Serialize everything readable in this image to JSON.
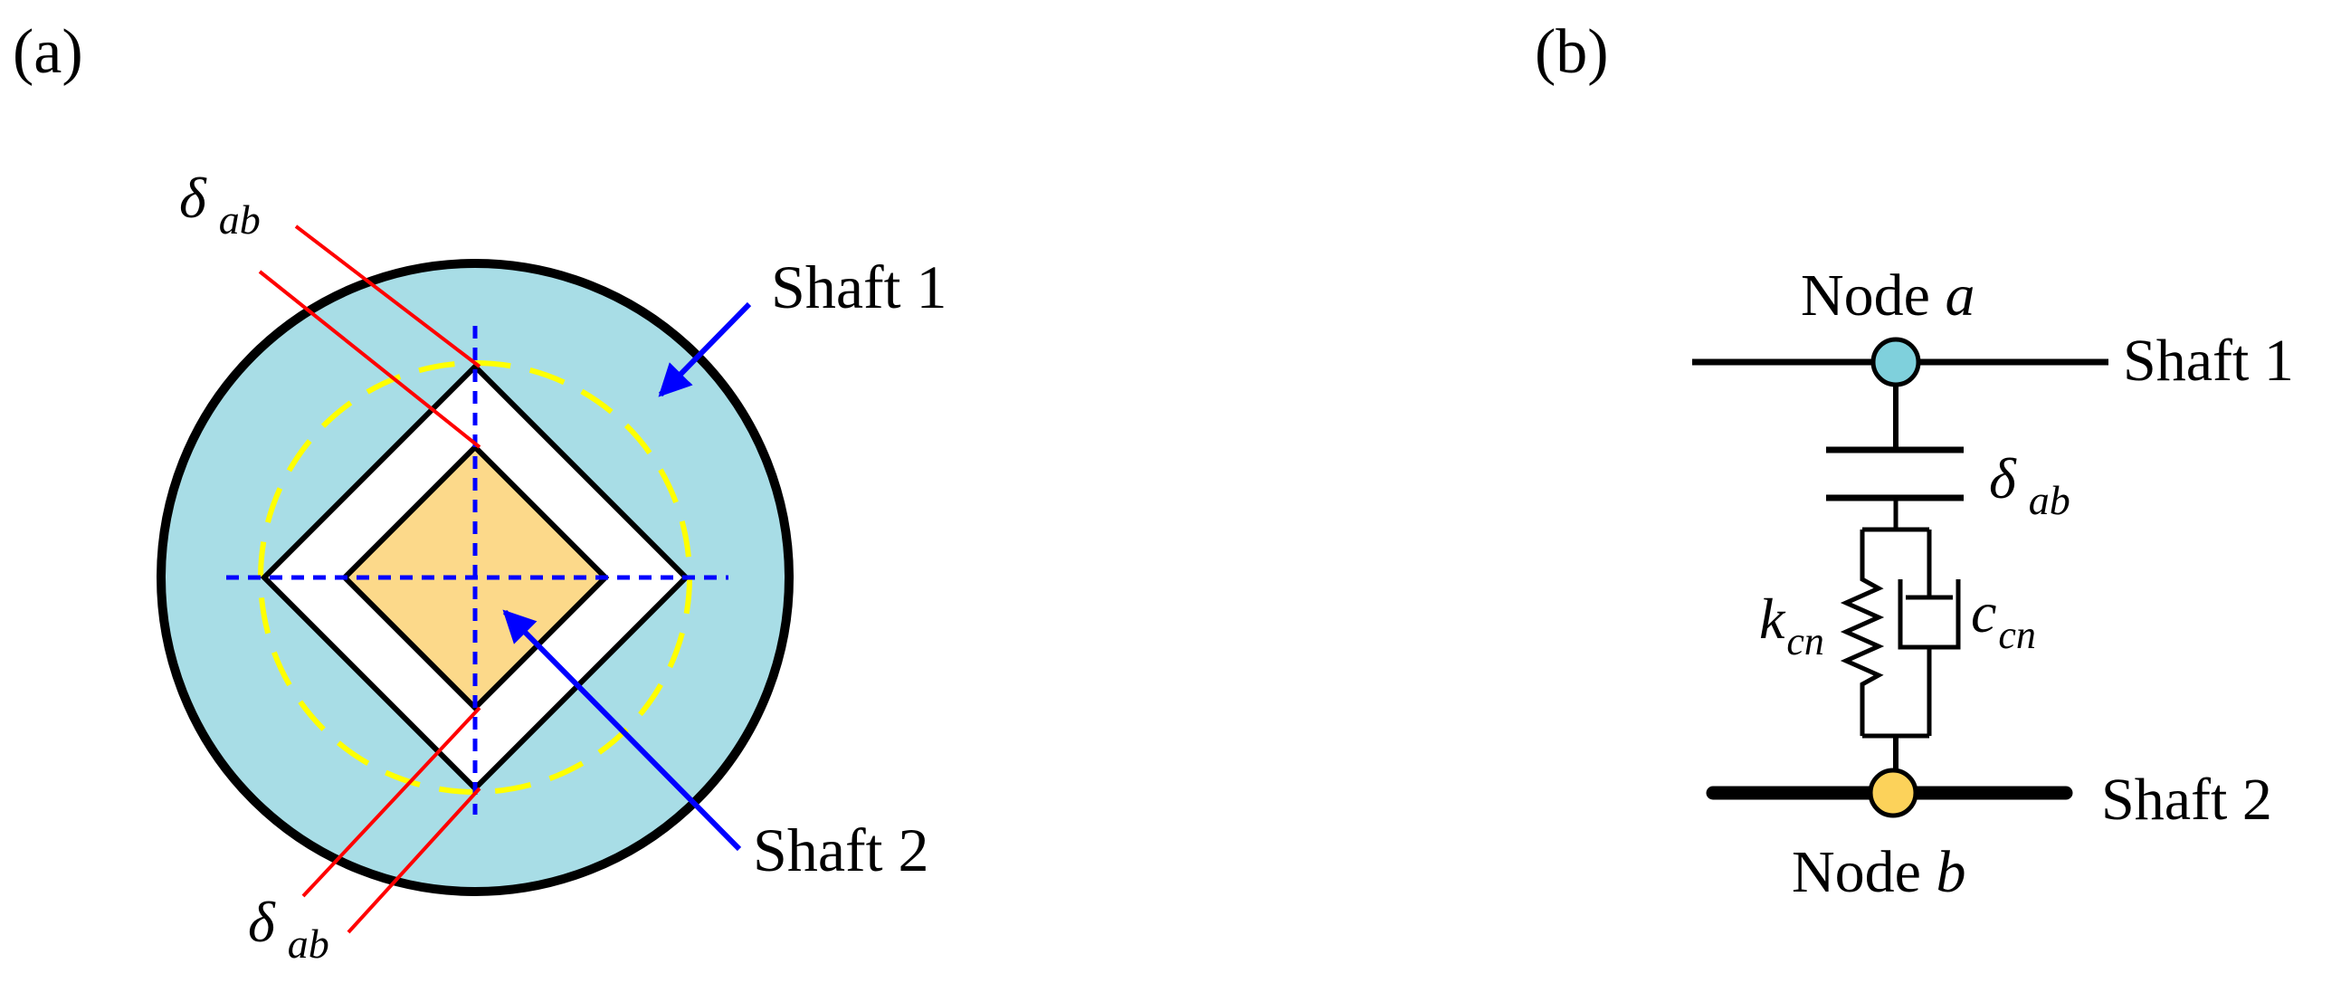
{
  "panel_a": {
    "tag": "(a)",
    "shaft1_label": "Shaft 1",
    "shaft2_label": "Shaft 2",
    "clearance_symbol": "δ",
    "clearance_subscript": "ab"
  },
  "panel_b": {
    "tag": "(b)",
    "node_a_text": "Node ",
    "node_a_var": "a",
    "node_b_text": "Node ",
    "node_b_var": "b",
    "shaft1_label": "Shaft 1",
    "shaft2_label": "Shaft 2",
    "clearance_symbol": "δ",
    "clearance_subscript": "ab",
    "stiffness_symbol": "k",
    "stiffness_subscript": "cn",
    "damping_symbol": "c",
    "damping_subscript": "cn"
  },
  "colors": {
    "shaft1_fill": "#a8dde6",
    "shaft2_fill": "#fcd98a",
    "node_a_fill": "#7fd0dc",
    "node_b_fill": "#fcd25a",
    "clearance_lines": "#ff0000",
    "axes_dashed": "#0000ff",
    "pointer_arrows": "#0000ff",
    "circle_dashed": "#ffff00"
  }
}
